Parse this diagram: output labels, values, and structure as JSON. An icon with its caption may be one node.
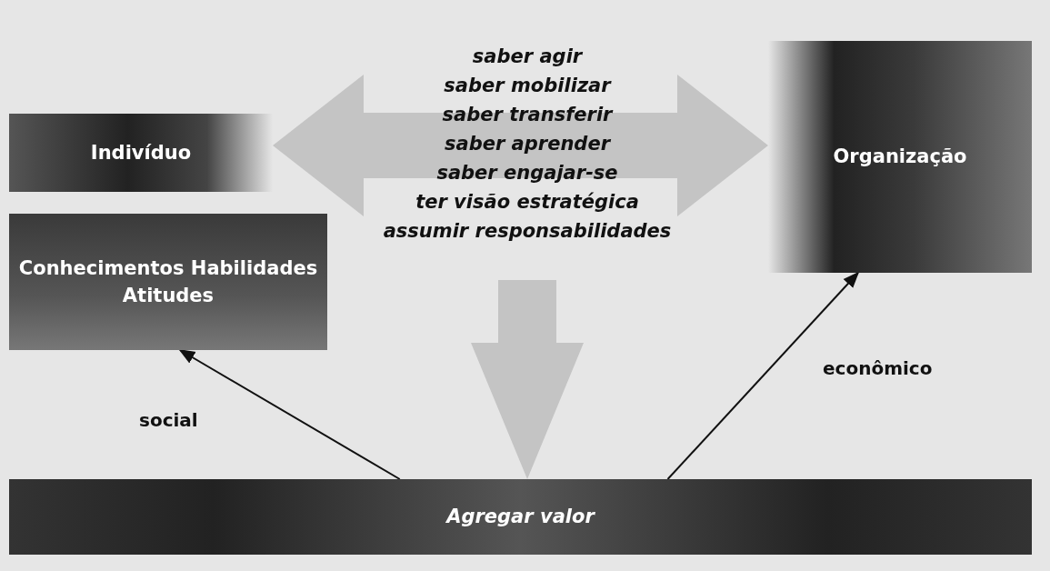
{
  "diagram": {
    "nodes": [
      {
        "text": [
          "Indivíduo"
        ]
      },
      {
        "text": [
          "Organização"
        ]
      },
      {
        "text": [
          "Conhecimentos Habilidades Atitudes"
        ]
      },
      {
        "text": [
          "Agregar valor"
        ]
      },
      {
        "text": [
          "saber agir",
          "saber mobilizar",
          "saber transferir",
          "saber aprender",
          "saber engajar-se",
          "ter visão estratégica",
          "assumir responsabilidades"
        ]
      }
    ],
    "edges": [
      {
        "from": 0,
        "to": 1,
        "arrow": "both",
        "style": "thick",
        "color": "#c4c4c4"
      },
      {
        "from": 4,
        "to": 3,
        "arrow": "to",
        "style": "thick",
        "color": "#c4c4c4"
      },
      {
        "from": 3,
        "to": 2,
        "arrow": "to",
        "label": "social"
      },
      {
        "from": 3,
        "to": 1,
        "arrow": "to",
        "label": "econômico"
      }
    ]
  }
}
